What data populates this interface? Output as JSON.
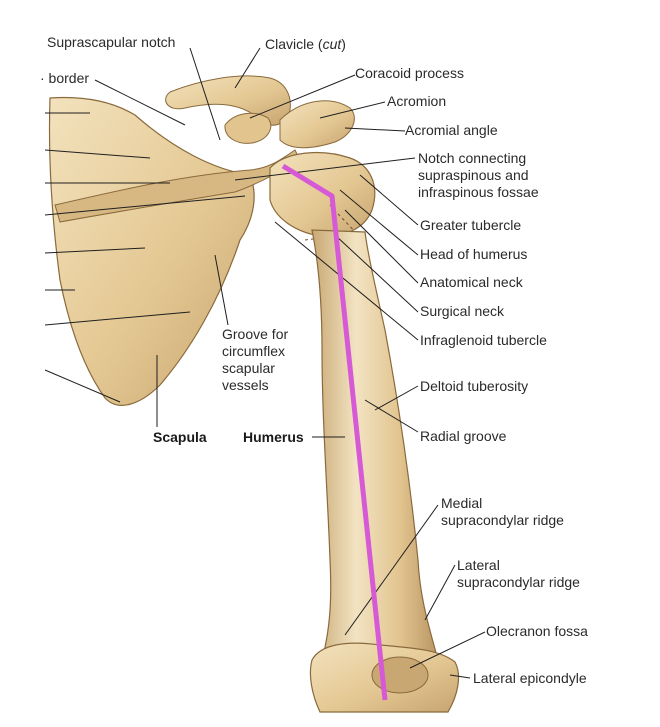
{
  "labels": {
    "suprascapular_notch": "Suprascapular notch",
    "clavicle_main": "Clavicle (",
    "clavicle_cut": "cut",
    "clavicle_close": ")",
    "superior_border": "· border",
    "coracoid_process": "Coracoid process",
    "acromion": "Acromion",
    "acromial_angle": "Acromial angle",
    "notch_connecting": [
      "Notch connecting",
      "supraspinous and",
      "infraspinous fossae"
    ],
    "greater_tubercle": "Greater tubercle",
    "head_of_humerus": "Head of humerus",
    "anatomical_neck": "Anatomical neck",
    "surgical_neck": "Surgical neck",
    "infraglenoid_tubercle": "Infraglenoid tubercle",
    "groove_circumflex": [
      "Groove for",
      "circumflex",
      "scapular",
      "vessels"
    ],
    "deltoid_tuberosity": "Deltoid tuberosity",
    "scapula": "Scapula",
    "humerus": "Humerus",
    "radial_groove": "Radial groove",
    "medial_supracondylar": [
      "Medial",
      "supracondylar ridge"
    ],
    "lateral_supracondylar": [
      "Lateral",
      "supracondylar ridge"
    ],
    "olecranon_fossa": "Olecranon fossa",
    "lateral_epicondyle": "Lateral epicondyle"
  },
  "colors": {
    "bone_fill": "#e9d3a4",
    "bone_shadow": "#c9a772",
    "bone_edge": "#8a6a3c",
    "leader_line": "#1f1f1f",
    "highlight": "#d65ad6"
  }
}
